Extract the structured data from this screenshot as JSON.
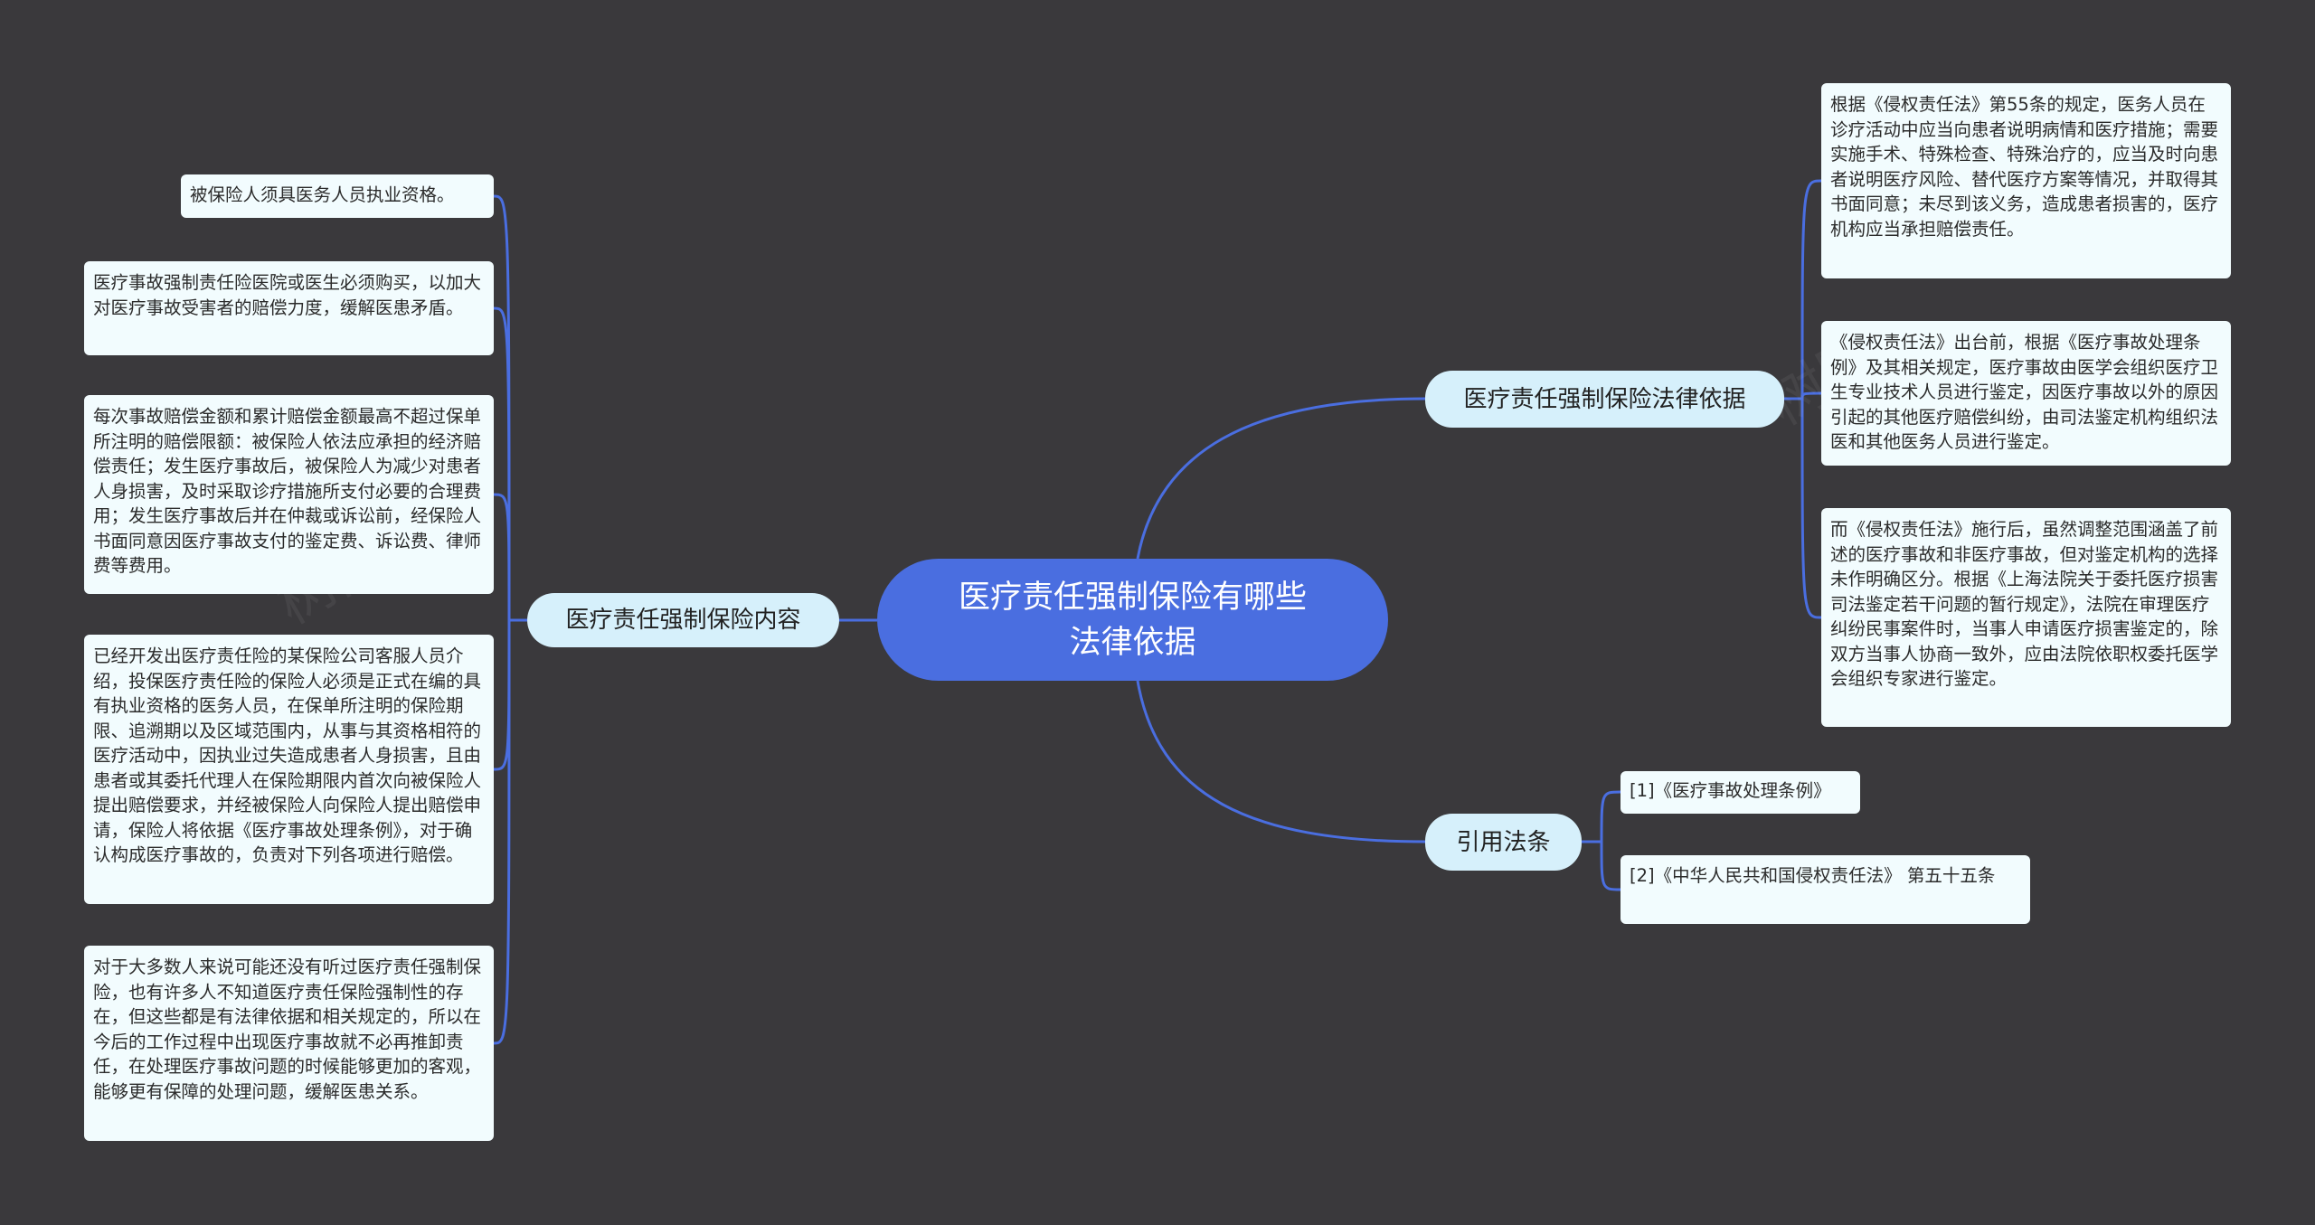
{
  "colors": {
    "background": "#3a393c",
    "root_fill": "#4a6ee0",
    "branch_fill": "#d6f0fb",
    "leaf_fill": "#f2fcfe",
    "connector": "#4a6ee0"
  },
  "root": {
    "label": "医疗责任强制保险有哪些\n法律依据"
  },
  "branches": {
    "content": {
      "label": "医疗责任强制保险内容",
      "items": [
        "被保险人须具医务人员执业资格。",
        "医疗事故强制责任险医院或医生必须购买，以加大对医疗事故受害者的赔偿力度，缓解医患矛盾。",
        "每次事故赔偿金额和累计赔偿金额最高不超过保单所注明的赔偿限额：被保险人依法应承担的经济赔偿责任；发生医疗事故后，被保险人为减少对患者人身损害，及时采取诊疗措施所支付必要的合理费用；发生医疗事故后并在仲裁或诉讼前，经保险人书面同意因医疗事故支付的鉴定费、诉讼费、律师费等费用。",
        "已经开发出医疗责任险的某保险公司客服人员介绍，投保医疗责任险的保险人必须是正式在编的具有执业资格的医务人员，在保单所注明的保险期限、追溯期以及区域范围内，从事与其资格相符的医疗活动中，因执业过失造成患者人身损害，且由患者或其委托代理人在保险期限内首次向被保险人提出赔偿要求，并经被保险人向保险人提出赔偿申请，保险人将依据《医疗事故处理条例》，对于确认构成医疗事故的，负责对下列各项进行赔偿。",
        "对于大多数人来说可能还没有听过医疗责任强制保险，也有许多人不知道医疗责任保险强制性的存在，但这些都是有法律依据和相关规定的，所以在今后的工作过程中出现医疗事故就不必再推卸责任，在处理医疗事故问题的时候能够更加的客观，能够更有保障的处理问题，缓解医患关系。"
      ]
    },
    "legal_basis": {
      "label": "医疗责任强制保险法律依据",
      "items": [
        "根据《侵权责任法》第55条的规定，医务人员在诊疗活动中应当向患者说明病情和医疗措施；需要实施手术、特殊检查、特殊治疗的，应当及时向患者说明医疗风险、替代医疗方案等情况，并取得其书面同意；未尽到该义务，造成患者损害的，医疗机构应当承担赔偿责任。",
        "《侵权责任法》出台前，根据《医疗事故处理条例》及其相关规定，医疗事故由医学会组织医疗卫生专业技术人员进行鉴定，因医疗事故以外的原因引起的其他医疗赔偿纠纷，由司法鉴定机构组织法医和其他医务人员进行鉴定。",
        "而《侵权责任法》施行后，虽然调整范围涵盖了前述的医疗事故和非医疗事故，但对鉴定机构的选择未作明确区分。根据《上海法院关于委托医疗损害司法鉴定若干问题的暂行规定》，法院在审理医疗纠纷民事案件时，当事人申请医疗损害鉴定的，除双方当事人协商一致外，应由法院依职权委托医学会组织专家进行鉴定。"
      ]
    },
    "citations": {
      "label": "引用法条",
      "items": [
        "[1]《医疗事故处理条例》",
        "[2]《中华人民共和国侵权责任法》 第五十五条"
      ]
    }
  }
}
